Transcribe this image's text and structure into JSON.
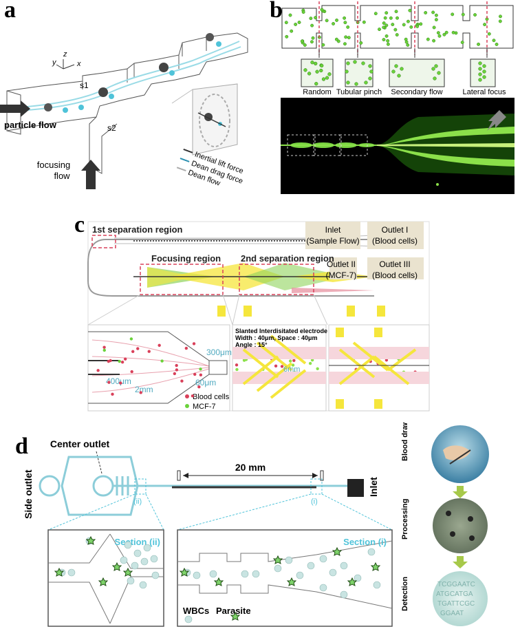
{
  "panels": {
    "a": {
      "letter": "a",
      "axis_y": "y",
      "axis_z": "z",
      "axis_x": "x",
      "s1": "s1",
      "s2": "s2",
      "particle_flow": "particle flow",
      "focusing_flow_1": "focusing",
      "focusing_flow_2": "flow",
      "legend": [
        "Inertial lift force",
        "Dean drag force",
        "Dean flow"
      ]
    },
    "b": {
      "letter": "b",
      "stages": [
        "Random",
        "Tubular pinch",
        "Secondary flow",
        "Lateral focus"
      ]
    },
    "c": {
      "letter": "c",
      "first_region": "1st separation region",
      "focusing_region": "Focusing region",
      "second_region": "2nd separation region",
      "inlet_1": "Inlet",
      "inlet_2": "(Sample Flow)",
      "outlet1_1": "Outlet I",
      "outlet1_2": "(Blood cells)",
      "outlet2_1": "Outlet II",
      "outlet2_2": "(MCF-7)",
      "outlet3_1": "Outlet III",
      "outlet3_2": "(Blood cells)",
      "dim_300": "300μm",
      "dim_400": "400μm",
      "dim_60": "60μm",
      "dim_2mm": "2mm",
      "dim_6mm": "6mm",
      "legend_blood": "Blood cells",
      "legend_mcf": "MCF-7",
      "electrode_1": "Slanted Interdisitated electrode",
      "electrode_2": "Width : 40μm, Space : 40μm",
      "electrode_3": "Angle : 15°"
    },
    "d": {
      "letter": "d",
      "center_outlet": "Center outlet",
      "side_outlet": "Side outlet",
      "length": "20 mm",
      "inlet": "Inlet",
      "marker_ii": "(ii)",
      "marker_i": "(i)",
      "section_ii": "Section (ii)",
      "section_i": "Section (i)",
      "wbcs": "WBCs",
      "parasite": "Parasite",
      "steps": [
        "Blood draw",
        "Processing",
        "Detection"
      ]
    }
  },
  "colors": {
    "cyan": "#4fc3d9",
    "green": "#6ad23a",
    "red": "#d9405a",
    "yellow": "#f5e63c"
  }
}
